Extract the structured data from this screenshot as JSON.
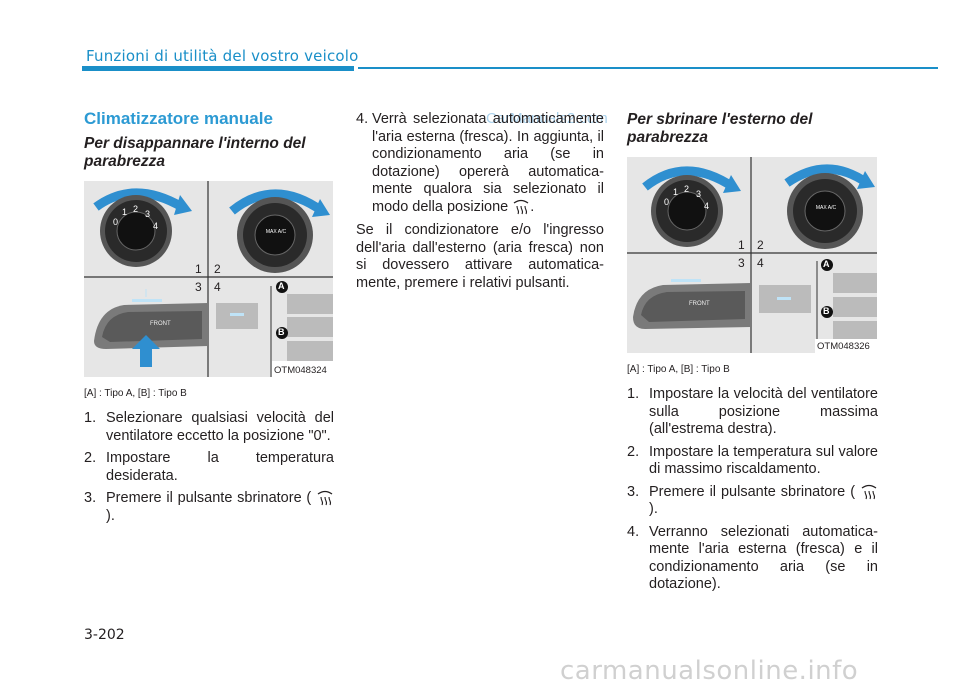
{
  "header": {
    "title": "Funzioni di utilità del vostro veicolo"
  },
  "section_title": "Climatizzatore manuale",
  "left": {
    "subtitle": "Per disappannare l'interno del parabrezza",
    "figure_code": "OTM048324",
    "caption": "[A] : Tipo A, [B] : Tipo B",
    "steps": [
      {
        "n": "1.",
        "text": "Selezionare qualsiasi velocità del ventilatore eccetto la posizione \"0\"."
      },
      {
        "n": "2.",
        "text": "Impostare la temperatura desiderata."
      },
      {
        "n": "3.",
        "text_before": "Premere il pulsante sbrinatore (",
        "text_after": ")."
      }
    ]
  },
  "middle": {
    "step4": {
      "n": "4.",
      "text_before": "Verrà selezionata automaticamente l'aria esterna (fresca). In aggiunta, il condizionamento aria (se in dotazione) opererà automatica-mente qualora sia selezionato il modo della posizione",
      "text_after": "."
    },
    "paragraph": "Se il condizionatore e/o l'ingresso dell'aria dall'esterno (aria fresca) non si dovessero attivare automatica-mente, premere i relativi pulsanti."
  },
  "right": {
    "subtitle": "Per sbrinare l'esterno del parabrezza",
    "figure_code": "OTM048326",
    "caption": "[A] : Tipo A, [B] : Tipo B",
    "steps": [
      {
        "n": "1.",
        "text": "Impostare la velocità del ventilatore sulla posizione massima (all'estrema destra)."
      },
      {
        "n": "2.",
        "text": "Impostare la temperatura sul valore di massimo riscaldamento."
      },
      {
        "n": "3.",
        "text_before": "Premere il pulsante sbrinatore (",
        "text_after": ")."
      },
      {
        "n": "4.",
        "text": "Verranno selezionati automatica-mente l'aria esterna (fresca) e il condizionamento aria (se in dotazione)."
      }
    ]
  },
  "figure_labels": {
    "n1": "1",
    "n2": "2",
    "n3": "3",
    "n4": "4",
    "a": "A",
    "b": "B",
    "dial_numbers": [
      "0",
      "1",
      "2",
      "3",
      "4"
    ],
    "max_ac": "MAX A/C",
    "front": "FRONT"
  },
  "page_number": "3-202",
  "watermarks": {
    "top": "CarManuals2.com",
    "bottom": "carmanualsonline.info"
  },
  "colors": {
    "accent": "#1a8fc8",
    "section_title": "#2c9ad3",
    "arrow": "#2f8fd0",
    "figure_bg": "#e6e6e6"
  }
}
